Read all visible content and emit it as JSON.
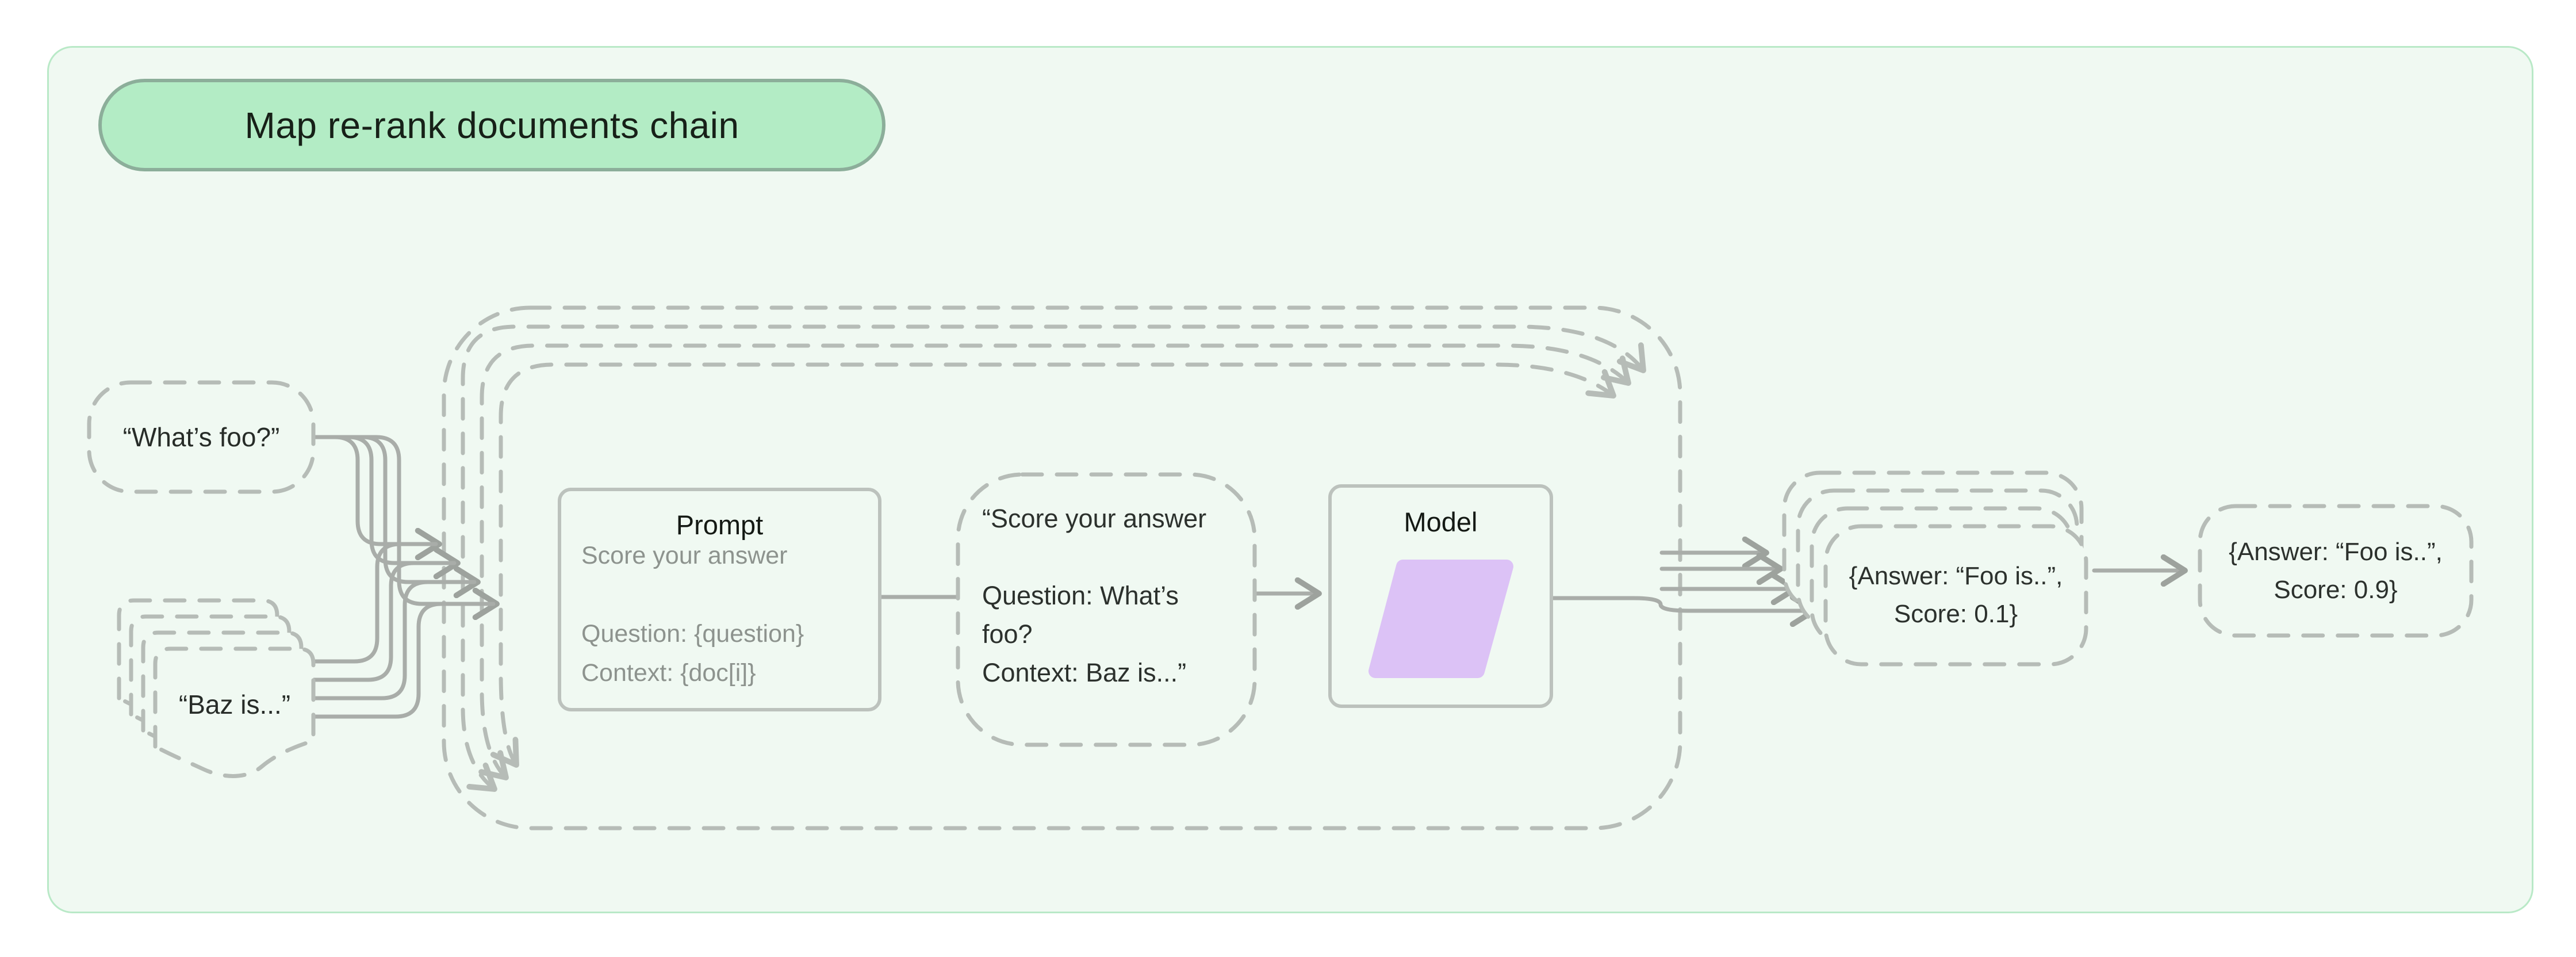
{
  "title": {
    "label": "Map re-rank documents chain"
  },
  "nodes": {
    "question_input": {
      "label": "“What’s foo?”"
    },
    "docs_input": {
      "label": "“Baz is...”"
    },
    "prompt": {
      "title": "Prompt",
      "body": "Score your answer\n\nQuestion: {question}\nContext: {doc[i]}"
    },
    "filled_prompt": {
      "body": "“Score your answer\n\nQuestion: What’s foo?\nContext: Baz is...”"
    },
    "model": {
      "title": "Model"
    },
    "mapped_output": {
      "line1": "{Answer: “Foo is..”,",
      "line2": "Score: 0.1}"
    },
    "final_output": {
      "line1": "{Answer: “Foo is..”,",
      "line2": "Score: 0.9}"
    }
  },
  "colors": {
    "panel_bg": "#f0f9f2",
    "panel_border": "#b9e9c7",
    "badge_bg": "#b3ecc5",
    "badge_border": "#8cae9a",
    "dash_stroke": "#b6bcb7",
    "wire_stroke": "#a9ada9",
    "arrow_stroke": "#9da29d",
    "box_border": "#bcc2bd",
    "model_parallelogram": "#dcc2f6"
  }
}
